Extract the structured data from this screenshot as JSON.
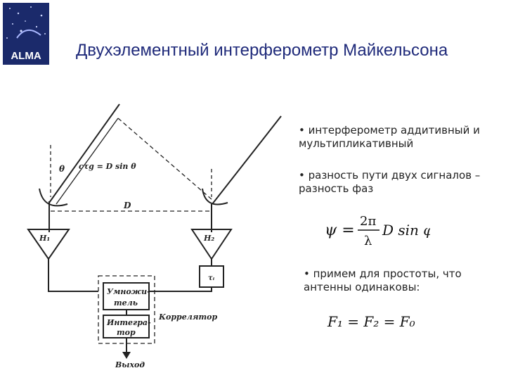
{
  "logo": {
    "text": "ALMA"
  },
  "title": "Двухэлементный интерферометр Майкельсона",
  "diagram": {
    "theta": "θ",
    "path_formula": "cτg = D sin θ",
    "baseline": "D",
    "h1": "H₁",
    "h2": "H₂",
    "tau": "τᵢ",
    "multiplier": [
      "Умножи-",
      "тель"
    ],
    "integrator": [
      "Интегра-",
      "тор"
    ],
    "correlator": "Коррелятор",
    "output": "Выход"
  },
  "bullets": [
    [
      "• интерферометр аддитивный и",
      "мультипликативный"
    ],
    [
      "• разность пути двух сигналов –",
      "разность фаз"
    ],
    [
      "• примем для простоты, что",
      "антенны одинаковы:"
    ]
  ],
  "formula1": {
    "lhs": "ψ =",
    "num": "2π",
    "den": "λ",
    "rhs": "D sin φ"
  },
  "formula2": {
    "text": "F₁ = F₂ = F₀"
  }
}
